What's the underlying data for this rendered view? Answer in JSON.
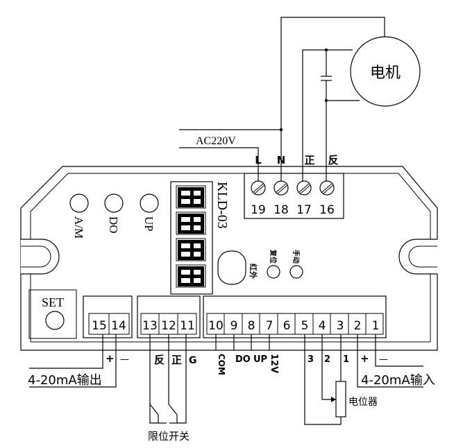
{
  "motor": {
    "label": "电机"
  },
  "power": {
    "label": "AC220V"
  },
  "top_terminals": {
    "labels": [
      "L",
      "N",
      "正",
      "反"
    ],
    "numbers": [
      "19",
      "18",
      "17",
      "16"
    ]
  },
  "model": "KLD-03",
  "indicators": [
    "A/M",
    "DO",
    "UP"
  ],
  "set_button": "SET",
  "ir_label": "红外",
  "reset_label": "复位",
  "manual_label": "手动",
  "bottom_terminals": {
    "group_a": [
      "15",
      "14"
    ],
    "group_b": [
      "13",
      "12",
      "11"
    ],
    "group_c": [
      "10",
      "9",
      "8",
      "7",
      "6",
      "5",
      "4",
      "3",
      "2",
      "1"
    ]
  },
  "wire_labels": {
    "t15": "+",
    "t14": "—",
    "t13": "反",
    "t12": "正",
    "t11": "G",
    "t10": "COM",
    "t9": "DO",
    "t8": "UP",
    "t7": "12V",
    "t5": "3",
    "t4": "2",
    "t3": "1",
    "t2": "+",
    "t1": "—"
  },
  "output_label": "4-20mA输出",
  "input_label": "4-20mA输入",
  "pot_label": "电位器",
  "limit_label": "限位开关"
}
